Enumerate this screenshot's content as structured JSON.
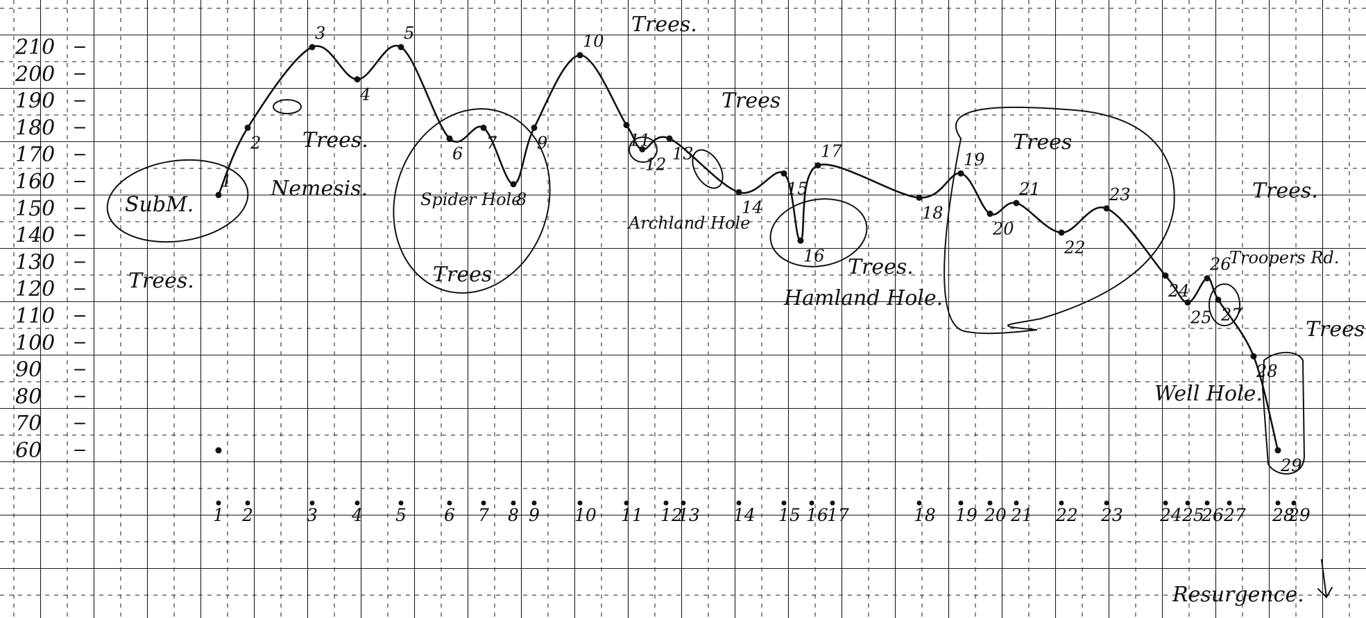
{
  "chart_data": {
    "type": "line",
    "title": "",
    "xlabel": "",
    "ylabel": "",
    "y_ticks": [
      "210",
      "200",
      "190",
      "180",
      "170",
      "160",
      "150",
      "140",
      "130",
      "120",
      "110",
      "100",
      "90",
      "80",
      "70",
      "60"
    ],
    "ylim": [
      60,
      210
    ],
    "x_ticks": [
      "1",
      "2",
      "3",
      "4",
      "5",
      "6",
      "7",
      "8",
      "9",
      "10",
      "11",
      "12",
      "13",
      "14",
      "15",
      "16",
      "17",
      "18",
      "19",
      "20",
      "21",
      "22",
      "23",
      "24",
      "25",
      "26",
      "27",
      "28",
      "29"
    ],
    "series": [
      {
        "points": [
          {
            "label": "1",
            "x": 1,
            "y": 155
          },
          {
            "label": "2",
            "x": 2,
            "y": 180
          },
          {
            "label": "3",
            "x": 3,
            "y": 210
          },
          {
            "label": "4",
            "x": 4,
            "y": 198
          },
          {
            "label": "5",
            "x": 5,
            "y": 210
          },
          {
            "label": "6",
            "x": 6,
            "y": 176
          },
          {
            "label": "7",
            "x": 7,
            "y": 180
          },
          {
            "label": "8",
            "x": 8,
            "y": 159
          },
          {
            "label": "9",
            "x": 9,
            "y": 180
          },
          {
            "label": "10",
            "x": 10,
            "y": 207
          },
          {
            "label": "11",
            "x": 11,
            "y": 181
          },
          {
            "label": "12",
            "x": 11.4,
            "y": 172
          },
          {
            "label": "13",
            "x": 12.2,
            "y": 176
          },
          {
            "label": "14",
            "x": 14,
            "y": 156
          },
          {
            "label": "15",
            "x": 15,
            "y": 163
          },
          {
            "label": "16",
            "x": 15.6,
            "y": 138
          },
          {
            "label": "17",
            "x": 16.3,
            "y": 166
          },
          {
            "label": "18",
            "x": 18,
            "y": 154
          },
          {
            "label": "19",
            "x": 19,
            "y": 163
          },
          {
            "label": "20",
            "x": 20,
            "y": 148
          },
          {
            "label": "21",
            "x": 21,
            "y": 152
          },
          {
            "label": "22",
            "x": 22,
            "y": 141
          },
          {
            "label": "23",
            "x": 23,
            "y": 150
          },
          {
            "label": "24",
            "x": 24,
            "y": 125
          },
          {
            "label": "25",
            "x": 25,
            "y": 115
          },
          {
            "label": "26",
            "x": 26,
            "y": 124
          },
          {
            "label": "27",
            "x": 26.5,
            "y": 116
          },
          {
            "label": "28",
            "x": 27.5,
            "y": 95
          },
          {
            "label": "29",
            "x": 28,
            "y": 60
          }
        ]
      }
    ],
    "extra_point": {
      "x": 1,
      "y": 60
    },
    "annotations": [
      {
        "id": "sump",
        "text": "SubM."
      },
      {
        "id": "trees_a",
        "text": "Trees."
      },
      {
        "id": "nemesis",
        "text": "Nemesis."
      },
      {
        "id": "trees_b",
        "text": "Trees."
      },
      {
        "id": "spider",
        "text": "Spider Hole"
      },
      {
        "id": "trees_c",
        "text": "Trees"
      },
      {
        "id": "trees_d",
        "text": "Trees."
      },
      {
        "id": "archland",
        "text": "Archland Hole"
      },
      {
        "id": "trees_e",
        "text": "Trees"
      },
      {
        "id": "hamland",
        "text": "Hamland Hole."
      },
      {
        "id": "trees_f",
        "text": "Trees."
      },
      {
        "id": "trees_g",
        "text": "Trees"
      },
      {
        "id": "trees_h",
        "text": "Trees."
      },
      {
        "id": "troopers",
        "text": "Troopers Rd."
      },
      {
        "id": "trees_i",
        "text": "Trees"
      },
      {
        "id": "well",
        "text": "Well Hole."
      },
      {
        "id": "resurgence",
        "text": "Resurgence."
      }
    ],
    "grid": true,
    "legend": "none"
  }
}
